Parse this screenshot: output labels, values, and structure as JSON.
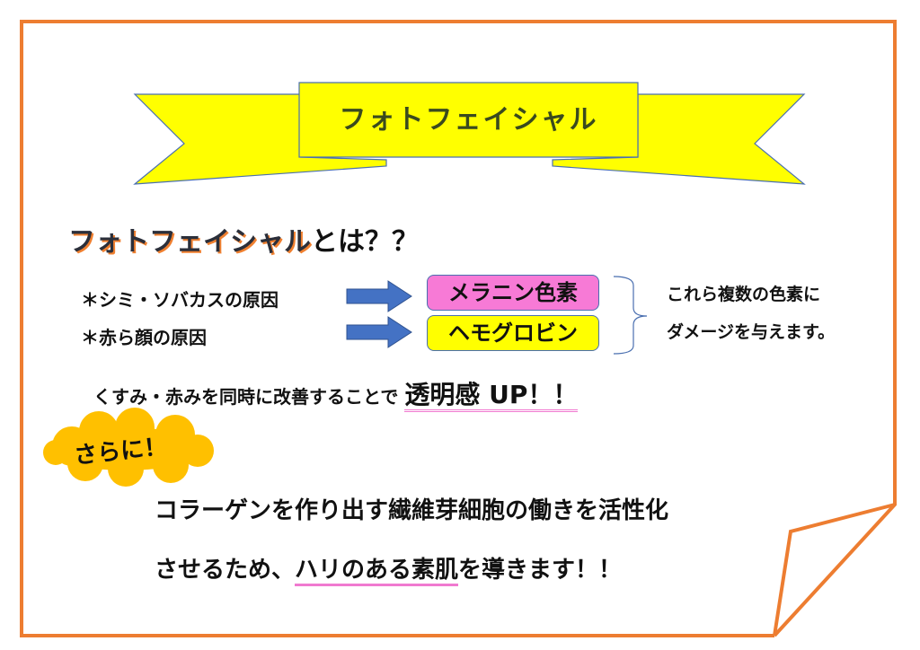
{
  "banner": {
    "title": "フォトフェイシャル"
  },
  "heading": {
    "orange_part": "フォトフェイシャル",
    "rest": "とは？？"
  },
  "causes": [
    {
      "label": "＊シミ・ソバカスの原因",
      "pigment": "メラニン色素",
      "color": "#f77ad6"
    },
    {
      "label": "＊赤ら顔の原因",
      "pigment": "ヘモグロビン",
      "color": "#ffff00"
    }
  ],
  "note": {
    "line1": "これら複数の色素に",
    "line2": "ダメージを与えます。"
  },
  "summary": {
    "text": "くすみ・赤みを同時に改善することで",
    "highlight": "透明感 UP！！"
  },
  "bubble": {
    "label": "さらに！",
    "color": "#ffc000"
  },
  "body": {
    "line1": "コラーゲンを作り出す繊維芽細胞の働きを活性化",
    "line2_pre": "させるため、",
    "line2_highlight": "ハリのある素肌",
    "line2_post": "を導きます！！"
  },
  "colors": {
    "frame": "#ed7d31",
    "ribbon": "#ffff00",
    "arrow": "#4472c4"
  }
}
